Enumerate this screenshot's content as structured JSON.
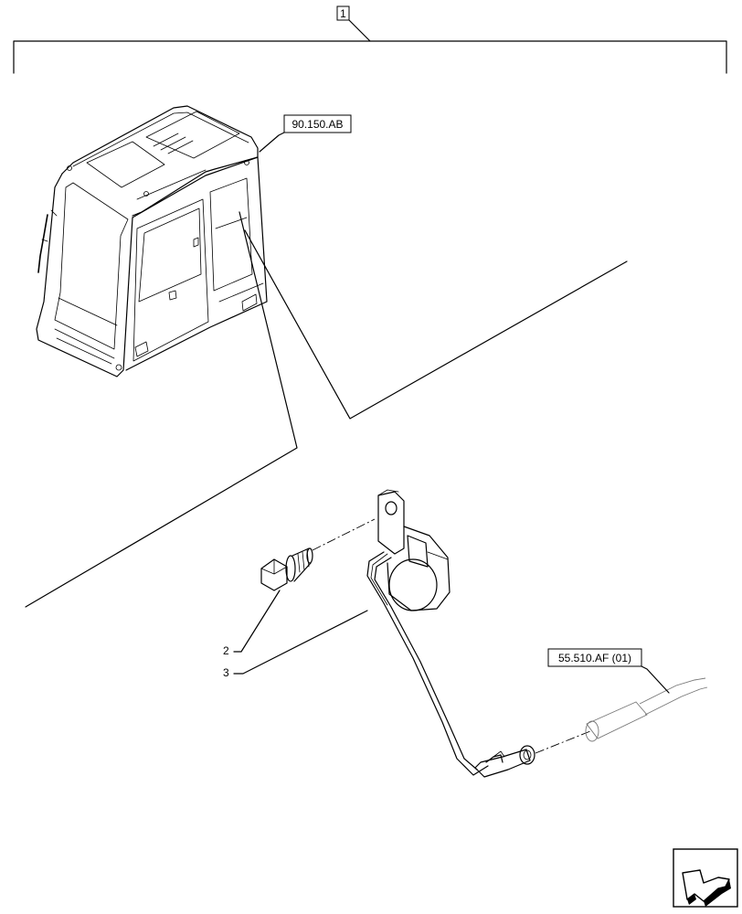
{
  "diagram": {
    "callouts": {
      "assembly": "1",
      "cab_ref": "90.150.AB",
      "harness_ref": "55.510.AF (01)"
    },
    "parts": {
      "bolt": "2",
      "sensor": "3"
    },
    "icons": {
      "nav": "arrow-back-icon"
    }
  }
}
